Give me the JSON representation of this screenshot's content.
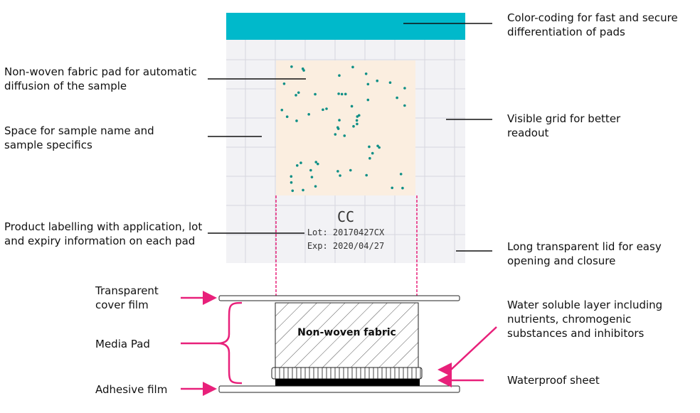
{
  "labels": {
    "left": [
      "Non-woven fabric pad for automatic diffusion of the sample",
      "Space for sample name and sample specifics",
      "Product labelling with application, lot and expiry information on each pad",
      "Transparent cover film",
      "Media Pad",
      "Adhesive film"
    ],
    "right": [
      "Color-coding for fast and secure differentiation of pads",
      "Visible grid for better readout",
      "Long transparent lid for easy opening and closure",
      "Water soluble layer including nutrients, chromogenic substances and inhibitors",
      "Waterproof sheet"
    ]
  },
  "plate": {
    "code": "CC",
    "lot": "Lot: 20170427CX",
    "exp": "Exp: 2020/04/27"
  },
  "fabric_label": "Non-woven fabric",
  "colors": {
    "teal": "#00b9cb",
    "pink": "#e8207a",
    "pad": "#fbeee0",
    "colony": "#0e8f86"
  }
}
